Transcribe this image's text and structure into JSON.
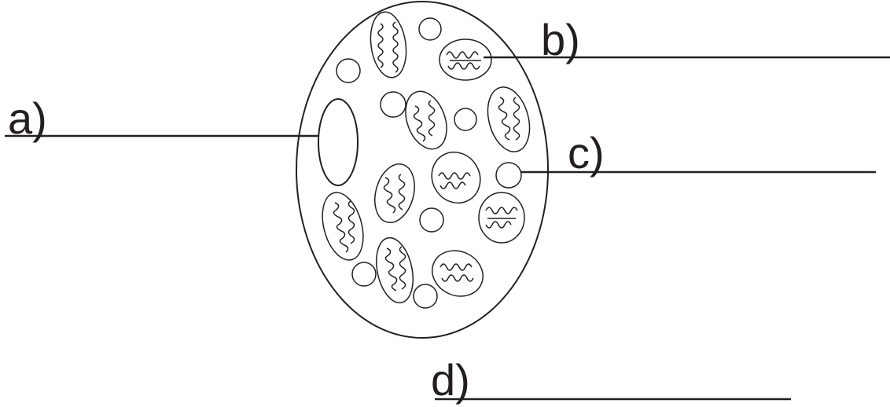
{
  "labels": {
    "a": "a)",
    "b": "b)",
    "c": "c)",
    "d": "d)"
  },
  "colors": {
    "stroke": "#231f20",
    "background": "#ffffff"
  }
}
